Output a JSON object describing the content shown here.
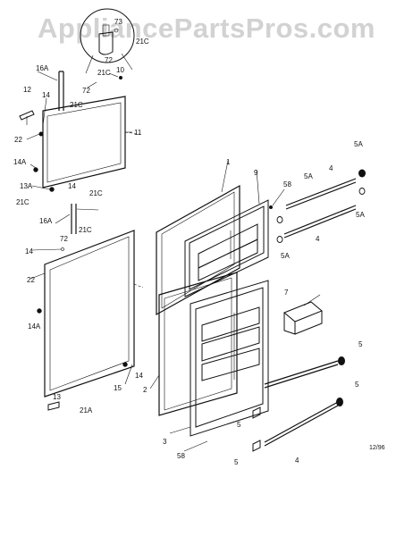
{
  "watermark": "AppliancePartsPros.com",
  "date_code": "12/96",
  "labels": {
    "l73": "73",
    "l21c_a": "21C",
    "l72_a": "72",
    "l16a_a": "16A",
    "l10": "10",
    "l21c_b": "21C",
    "l72_b": "72",
    "l12": "12",
    "l14_a": "14",
    "l21c_c": "21C",
    "l11": "11",
    "l22_a": "22",
    "l14a_a": "14A",
    "l13a": "13A",
    "l14_b": "14",
    "l21c_d": "21C",
    "l21c_e": "21C",
    "l16a_b": "16A",
    "l21c_f": "21C",
    "l72_c": "72",
    "l14_c": "14",
    "l22_b": "22",
    "l14a_b": "14A",
    "l14_d": "14",
    "l15": "15",
    "l13": "13",
    "l21a": "21A",
    "l1": "1",
    "l9": "9",
    "l58_a": "58",
    "l5a_a": "5A",
    "l4_a": "4",
    "l5a_b": "5A",
    "l5a_c": "5A",
    "l5a_d": "5A",
    "l4_b": "4",
    "l7": "7",
    "l2": "2",
    "l3": "3",
    "l58_b": "58",
    "l5_a": "5",
    "l5_b": "5",
    "l5_c": "5",
    "l4_c": "4",
    "l5_d": "5"
  }
}
